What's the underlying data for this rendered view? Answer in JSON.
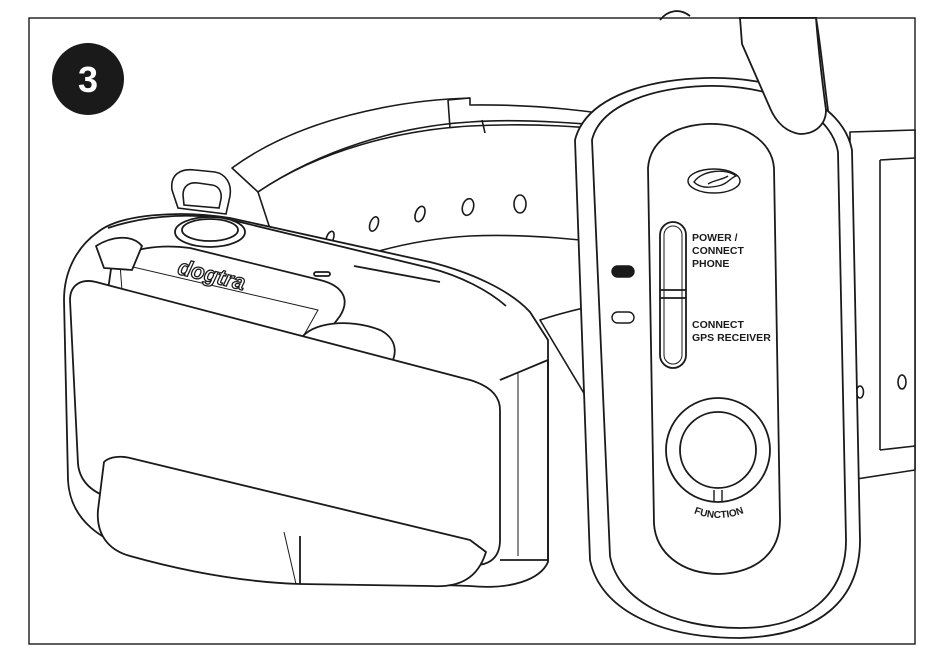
{
  "step": {
    "number": "3"
  },
  "collar": {
    "brand": "dogtra"
  },
  "device": {
    "slider_labels": {
      "top": [
        "POWER /",
        "CONNECT",
        "PHONE"
      ],
      "bottom": [
        "CONNECT",
        "GPS RECEIVER"
      ]
    },
    "function_label": "FUNCTION"
  },
  "colors": {
    "line": "#1a1a1a",
    "badge": "#1a1a1a",
    "badge_text": "#ffffff",
    "background": "#ffffff"
  }
}
